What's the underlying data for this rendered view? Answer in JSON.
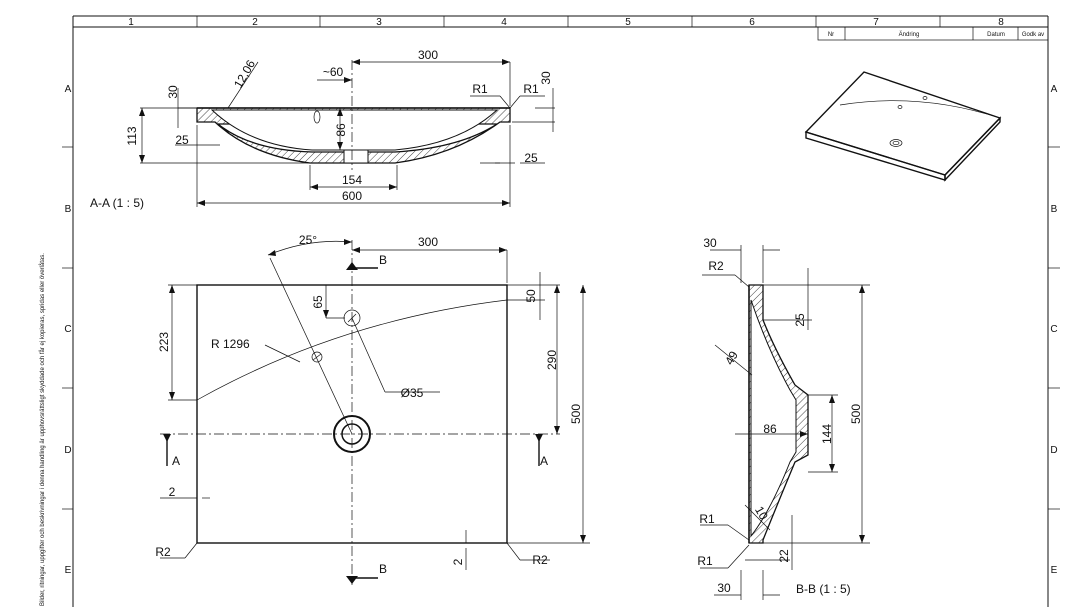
{
  "sheet": {
    "columns": [
      "1",
      "2",
      "3",
      "4",
      "5",
      "6",
      "7",
      "8"
    ],
    "rows": [
      "A",
      "B",
      "C",
      "D",
      "E"
    ],
    "revision_headers": [
      "Nr",
      "Ändring",
      "Datum",
      "Godk av"
    ],
    "side_note": "Bilder, ritningar, uppgifter och beskrivningar i denna handling är upphovsrättsligt skyddade och får ej kopieras, spridas eller överlåtas."
  },
  "section_aa": {
    "title": "A-A  (1 : 5)",
    "dims": {
      "d300": "300",
      "d60": "~60",
      "d30_top": "30",
      "d30_right": "30",
      "d1206": "12,06",
      "r1_left": "R1",
      "r1_right": "R1",
      "d113": "113",
      "d25_left": "25",
      "d86": "86",
      "d25_right": "25",
      "d154": "154",
      "d600": "600"
    }
  },
  "plan_view": {
    "dims": {
      "d25deg": "25°",
      "d300": "300",
      "d65": "65",
      "d50": "50",
      "d223": "223",
      "r1296": "R 1296",
      "d290": "290",
      "d500": "500",
      "d35": "Ø35",
      "d2_left": "2",
      "r2_left": "R2",
      "d2_bottom": "2",
      "r2_right": "R2"
    },
    "markers": {
      "b_top": "B",
      "b_bottom": "B",
      "a_left": "A",
      "a_right": "A"
    }
  },
  "section_bb": {
    "title": "B-B  (1 : 5)",
    "dims": {
      "d30_top": "30",
      "r2": "R2",
      "d25": "25",
      "d49": "49",
      "d86": "86",
      "d144": "144",
      "d500": "500",
      "r1_top": "R1",
      "d10": "10",
      "r1_bottom": "R1",
      "d22": "22",
      "d30_bottom": "30"
    }
  }
}
